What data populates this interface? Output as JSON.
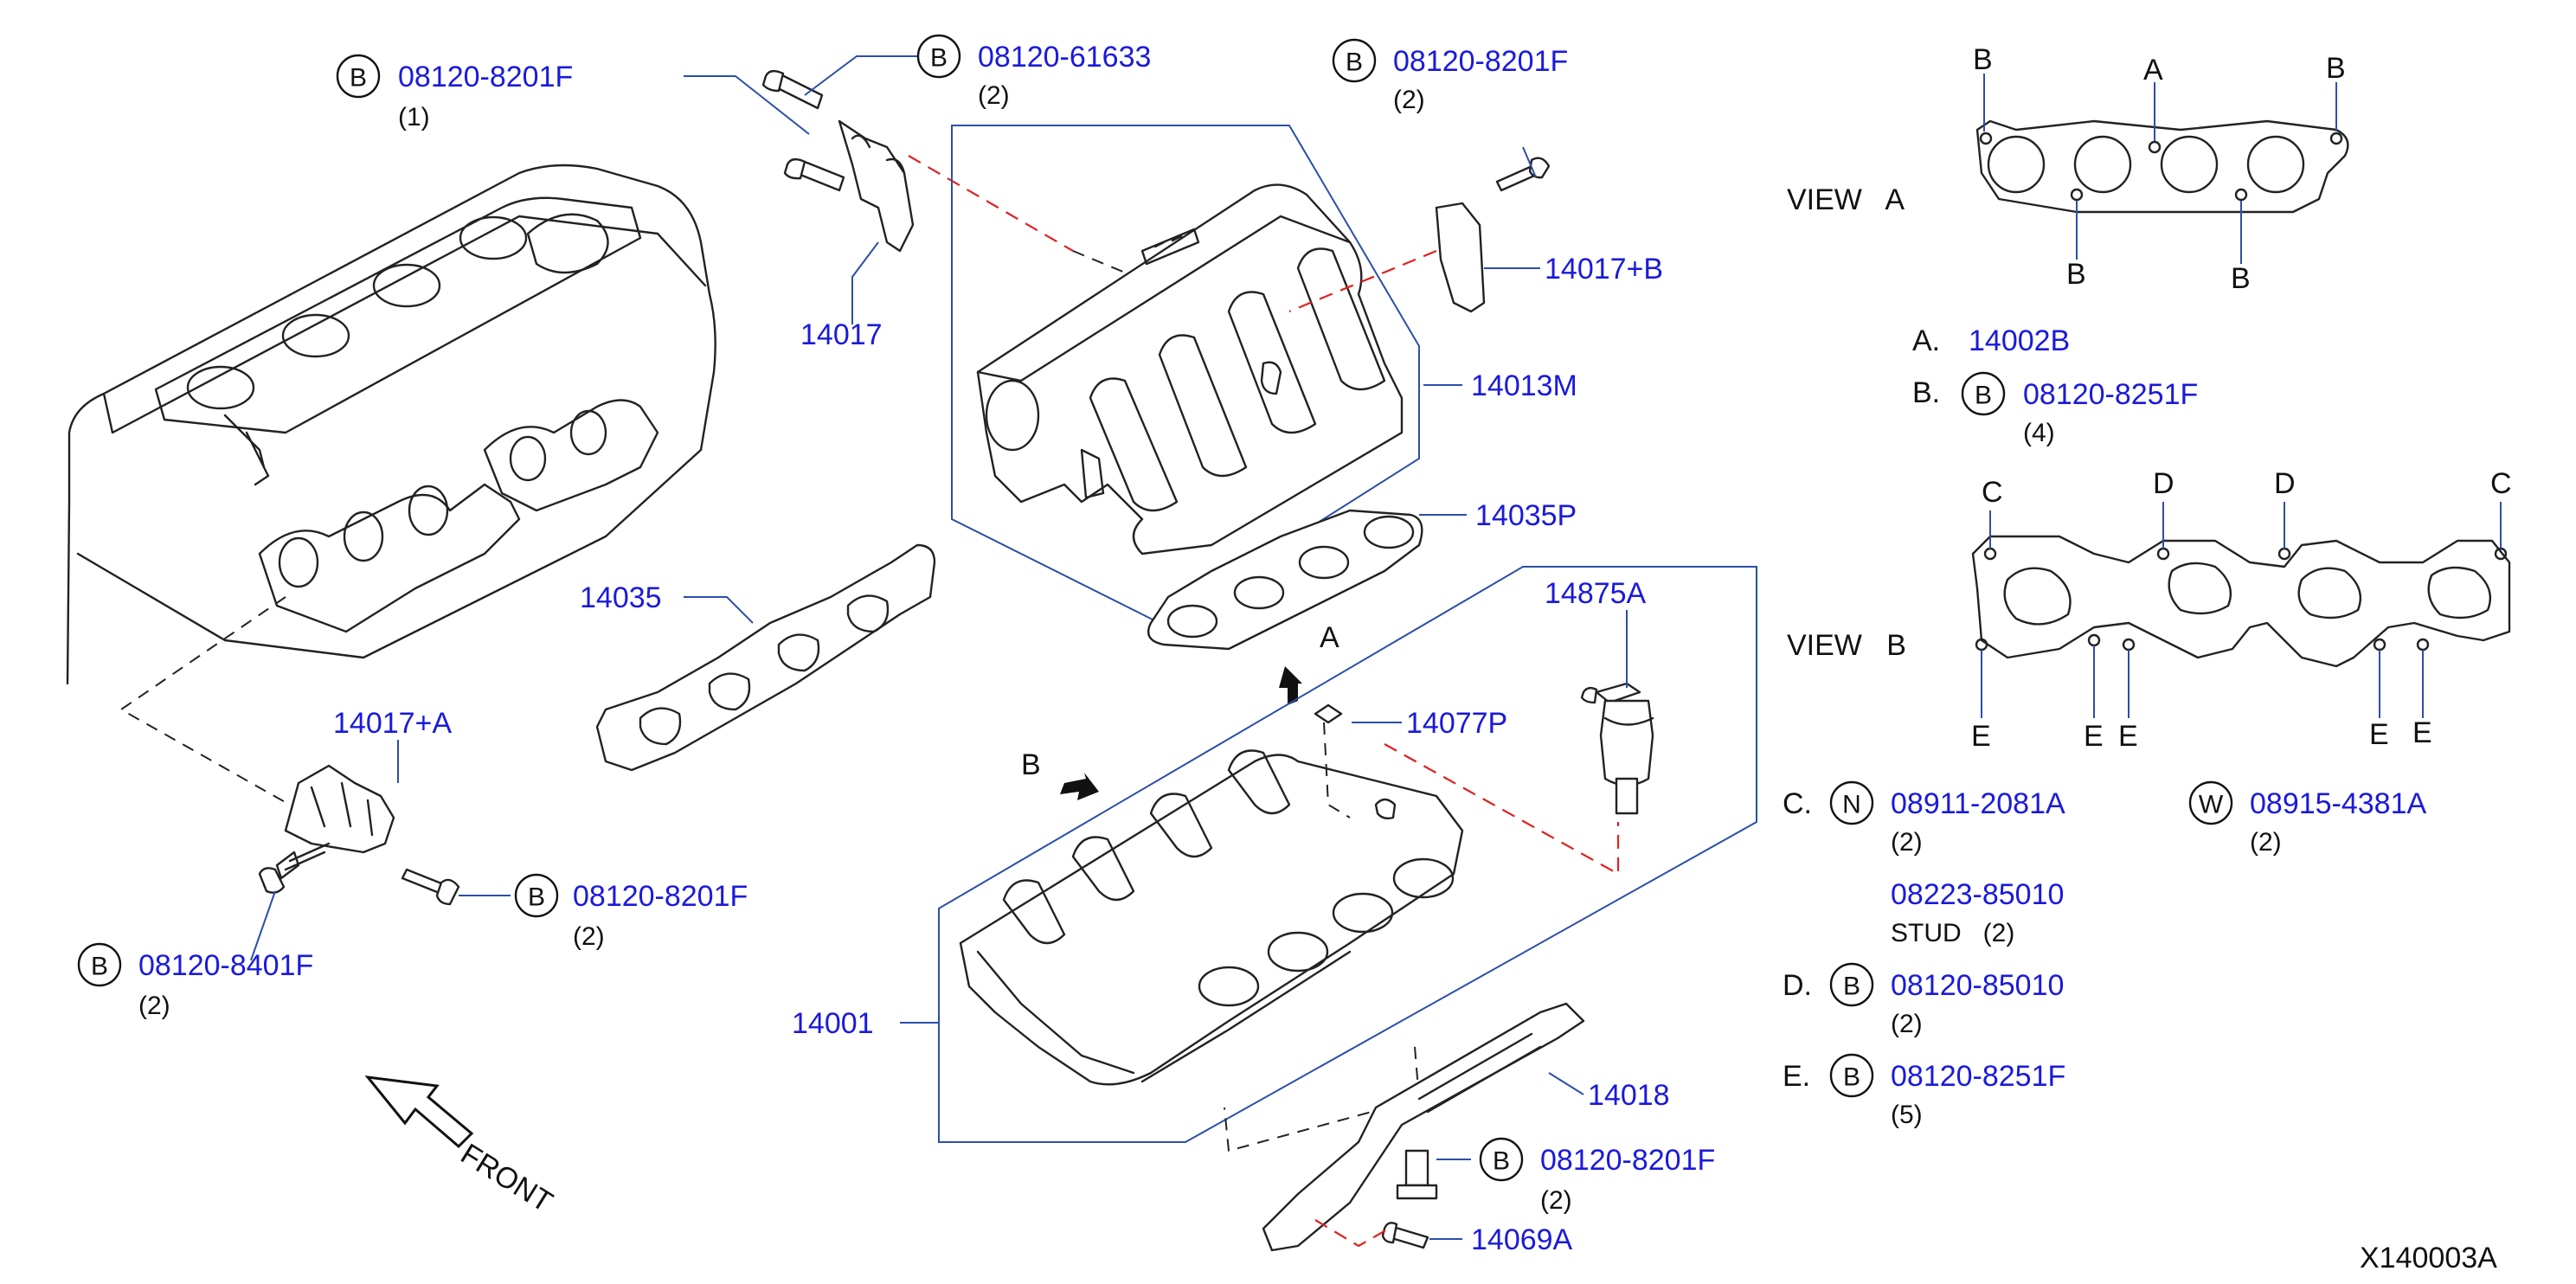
{
  "callouts": [
    {
      "code": "B",
      "part": "08120-8201F",
      "qty": "(1)"
    },
    {
      "code": "B",
      "part": "08120-61633",
      "qty": "(2)"
    },
    {
      "code": "B",
      "part": "08120-8201F",
      "qty": "(2)"
    },
    {
      "code": "",
      "part": "14017",
      "qty": ""
    },
    {
      "code": "",
      "part": "14017+B",
      "qty": ""
    },
    {
      "code": "",
      "part": "14013M",
      "qty": ""
    },
    {
      "code": "",
      "part": "14035P",
      "qty": ""
    },
    {
      "code": "",
      "part": "14035",
      "qty": ""
    },
    {
      "code": "",
      "part": "14875A",
      "qty": ""
    },
    {
      "code": "",
      "part": "14077P",
      "qty": ""
    },
    {
      "code": "",
      "part": "14017+A",
      "qty": ""
    },
    {
      "code": "B",
      "part": "08120-8201F",
      "qty": "(2)"
    },
    {
      "code": "B",
      "part": "08120-8401F",
      "qty": "(2)"
    },
    {
      "code": "",
      "part": "14001",
      "qty": ""
    },
    {
      "code": "",
      "part": "14018",
      "qty": ""
    },
    {
      "code": "B",
      "part": "08120-8201F",
      "qty": "(2)"
    },
    {
      "code": "",
      "part": "14069A",
      "qty": ""
    }
  ],
  "view_a": {
    "title": "VIEW   A",
    "letters": [
      "B",
      "A",
      "B",
      "B",
      "B"
    ]
  },
  "view_b": {
    "title": "VIEW   B",
    "letters": [
      "C",
      "D",
      "D",
      "C",
      "E",
      "E",
      "E",
      "E",
      "E"
    ]
  },
  "legend": [
    {
      "key": "A.",
      "code": "",
      "part": "14002B",
      "qty": ""
    },
    {
      "key": "B.",
      "code": "B",
      "part": "08120-8251F",
      "qty": "(4)"
    },
    {
      "key": "C.",
      "code": "N",
      "part": "08911-2081A",
      "qty": "(2)"
    },
    {
      "key": "",
      "code": "W",
      "part": "08915-4381A",
      "qty": "(2)"
    },
    {
      "key": "",
      "code": "",
      "part": "08223-85010",
      "qty": "STUD   (2)"
    },
    {
      "key": "D.",
      "code": "B",
      "part": "08120-85010",
      "qty": "(2)"
    },
    {
      "key": "E.",
      "code": "B",
      "part": "08120-8251F",
      "qty": "(5)"
    }
  ],
  "arrows": {
    "a": "A",
    "b": "B",
    "front": "FRONT"
  },
  "drawing_id": "X140003A",
  "colors": {
    "part_number": "#1a1adb",
    "leader": "#2b4fa8",
    "hidden_line": "#e02020"
  }
}
